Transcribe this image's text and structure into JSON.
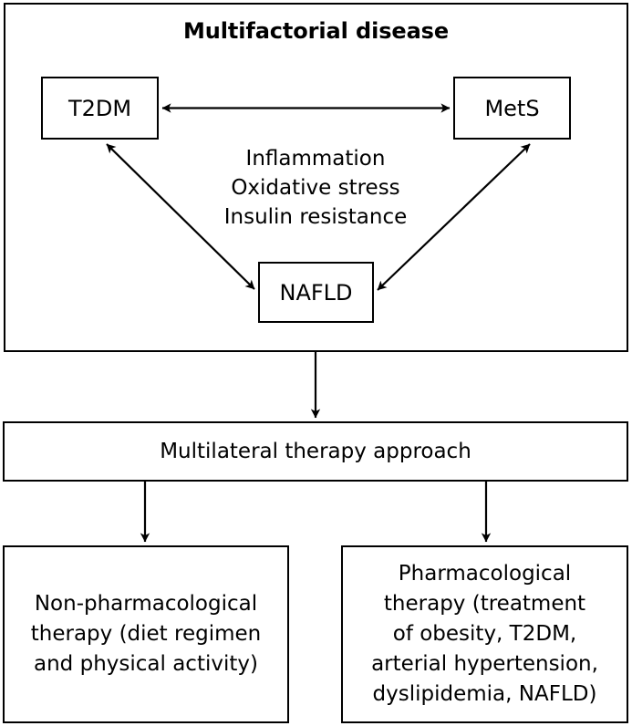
{
  "figure": {
    "title": "Multifactorial disease",
    "outer_border_color": "#000000",
    "background_color": "#ffffff",
    "line_color": "#000000"
  },
  "nodes": {
    "t2dm": "T2DM",
    "mets": "MetS",
    "nafld": "NAFLD",
    "mechanisms": "Inflammation\nOxidative stress\nInsulin resistance",
    "multilateral": "Multilateral therapy approach",
    "non_pharmacological": "Non-pharmacological\ntherapy (diet regimen\nand physical activity)",
    "pharmacological": "Pharmacological\ntherapy (treatment\nof obesity, T2DM,\narterial hypertension,\ndyslipidemia, NAFLD)"
  },
  "connections": [
    {
      "name": "t2dm-mets",
      "from": "T2DM",
      "to": "MetS",
      "direction": "bidirectional"
    },
    {
      "name": "t2dm-nafld",
      "from": "T2DM",
      "to": "NAFLD",
      "direction": "bidirectional"
    },
    {
      "name": "mets-nafld",
      "from": "MetS",
      "to": "NAFLD",
      "direction": "bidirectional"
    },
    {
      "name": "disease-to-therapy",
      "from": "Multifactorial disease",
      "to": "Multilateral therapy approach",
      "direction": "down"
    },
    {
      "name": "therapy-to-nonpharm",
      "from": "Multilateral therapy approach",
      "to": "Non-pharmacological therapy",
      "direction": "down"
    },
    {
      "name": "therapy-to-pharm",
      "from": "Multilateral therapy approach",
      "to": "Pharmacological therapy",
      "direction": "down"
    }
  ]
}
